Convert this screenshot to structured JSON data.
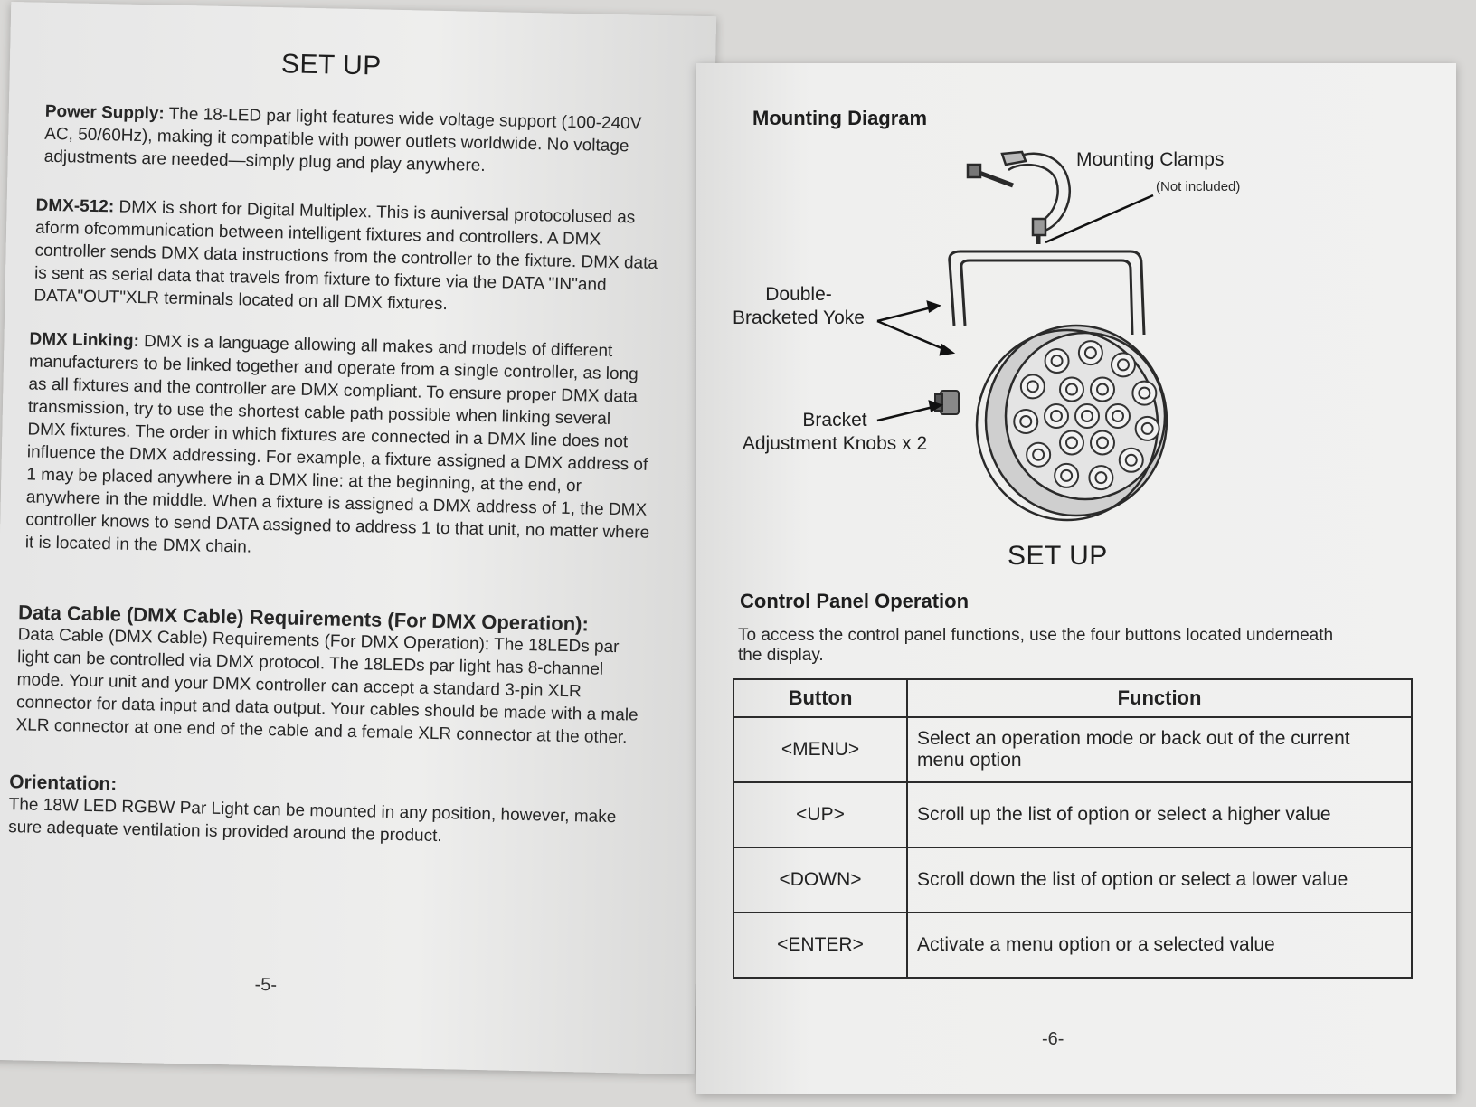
{
  "left_page": {
    "title": "SET UP",
    "power_supply": {
      "label": "Power Supply:",
      "text": " The 18-LED par light features wide voltage support (100-240V AC, 50/60Hz), making it compatible with power outlets worldwide. No voltage adjustments are needed—simply plug and play anywhere."
    },
    "dmx512": {
      "label": "DMX-512:",
      "text": " DMX is short for Digital Multiplex. This is auniversal protocolused as aform ofcommunication between  intelligent fixtures and controllers. A DMX controller sends DMX data instructions from the controller to the fixture. DMX data is sent as serial data that travels from fixture to fixture via the DATA \"IN\"and  DATA\"OUT\"XLR terminals located on all DMX fixtures."
    },
    "dmx_linking": {
      "label": "DMX Linking:",
      "text": " DMX is a language allowing all makes and models of different manufacturers to be linked together and operate from a single controller, as long as all fixtures and the controller are DMX compliant. To ensure proper DMX data transmission, try to use the shortest cable path possible when linking several DMX fixtures. The order in which fixtures are connected in a DMX line does not influence the DMX addressing. For example, a fixture assigned a DMX address of 1 may be placed anywhere in a DMX line: at the beginning, at the end, or anywhere in the middle. When a fixture is assigned a DMX address of 1, the DMX controller knows to send DATA assigned to address  1 to that unit, no matter where it is located in the DMX chain."
    },
    "data_cable": {
      "label": "Data Cable (DMX Cable) Requirements (For DMX Operation):",
      "text": "Data Cable (DMX Cable) Requirements (For DMX Operation): The 18LEDs par light can be controlled via DMX protocol. The 18LEDs par light has 8-channel mode. Your unit and your DMX controller can accept a standard 3-pin XLR connector for data input and data output. Your cables should  be  made with a male XLR connector at one end of the cable and a female XLR connector at the other."
    },
    "orientation": {
      "label": "Orientation:",
      "text": "The 18W LED RGBW Par Light can be mounted in any position, however, make sure adequate ventilation is provided around the product."
    },
    "page_number": "-5-"
  },
  "right_page": {
    "mounting_heading": "Mounting Diagram",
    "diagram_labels": {
      "mounting_clamps": "Mounting Clamps",
      "not_included": "(Not included)",
      "yoke_line1": "Double-",
      "yoke_line2": "Bracketed Yoke",
      "knobs_line1": "Bracket",
      "knobs_line2": "Adjustment Knobs x 2"
    },
    "setup_title": "SET UP",
    "control_heading": "Control Panel Operation",
    "intro": "To access the control panel functions, use the four buttons located underneath  the  display.",
    "table": {
      "headers": [
        "Button",
        "Function"
      ],
      "rows": [
        {
          "button": "<MENU>",
          "function": "Select an operation mode or back out of the current menu option"
        },
        {
          "button": "<UP>",
          "function": "Scroll up the list of option or select a higher value"
        },
        {
          "button": "<DOWN>",
          "function": "Scroll down the list of option or select a lower value"
        },
        {
          "button": "<ENTER>",
          "function": "Activate a menu option or a selected value"
        }
      ]
    },
    "page_number": "-6-"
  }
}
